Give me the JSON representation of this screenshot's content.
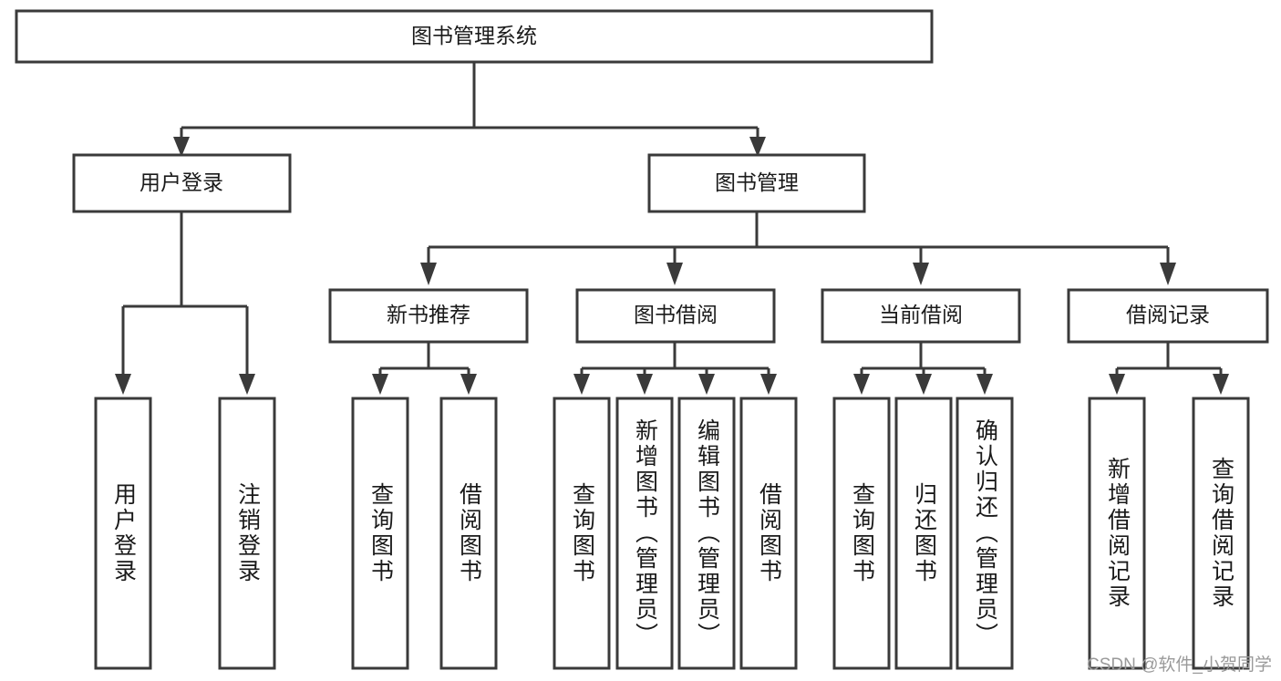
{
  "diagram": {
    "type": "tree-hierarchy-chart",
    "title": "图书管理系统",
    "watermark": "CSDN @软件_小贺同学",
    "colors": {
      "box_stroke": "#3a3a3a",
      "box_fill": "#ffffff",
      "text": "#1a1a1a",
      "background": "#ffffff",
      "watermark": "#9a9a9a"
    },
    "levels": {
      "root": {
        "label": "图书管理系统"
      },
      "level2": [
        {
          "id": "user-login",
          "label": "用户登录"
        },
        {
          "id": "book-management",
          "label": "图书管理"
        }
      ],
      "level3": [
        {
          "id": "new-book-recommend",
          "label": "新书推荐",
          "parent": "book-management"
        },
        {
          "id": "book-borrow",
          "label": "图书借阅",
          "parent": "book-management"
        },
        {
          "id": "current-borrow",
          "label": "当前借阅",
          "parent": "book-management"
        },
        {
          "id": "borrow-record",
          "label": "借阅记录",
          "parent": "book-management"
        }
      ],
      "leaves": [
        {
          "id": "leaf-user-login",
          "label": "用户登录",
          "parent": "user-login"
        },
        {
          "id": "leaf-logout",
          "label": "注销登录",
          "parent": "user-login"
        },
        {
          "id": "leaf-query-book-1",
          "label": "查询图书",
          "parent": "new-book-recommend"
        },
        {
          "id": "leaf-borrow-book-1",
          "label": "借阅图书",
          "parent": "new-book-recommend"
        },
        {
          "id": "leaf-query-book-2",
          "label": "查询图书",
          "parent": "book-borrow"
        },
        {
          "id": "leaf-add-book",
          "label": "新增图书（管理员）",
          "parent": "book-borrow"
        },
        {
          "id": "leaf-edit-book",
          "label": "编辑图书（管理员）",
          "parent": "book-borrow"
        },
        {
          "id": "leaf-borrow-book-2",
          "label": "借阅图书",
          "parent": "book-borrow"
        },
        {
          "id": "leaf-query-book-3",
          "label": "查询图书",
          "parent": "current-borrow"
        },
        {
          "id": "leaf-return-book",
          "label": "归还图书",
          "parent": "current-borrow"
        },
        {
          "id": "leaf-confirm-return",
          "label": "确认归还（管理员）",
          "parent": "current-borrow"
        },
        {
          "id": "leaf-add-record",
          "label": "新增借阅记录",
          "parent": "borrow-record"
        },
        {
          "id": "leaf-query-record",
          "label": "查询借阅记录",
          "parent": "borrow-record"
        }
      ]
    }
  }
}
